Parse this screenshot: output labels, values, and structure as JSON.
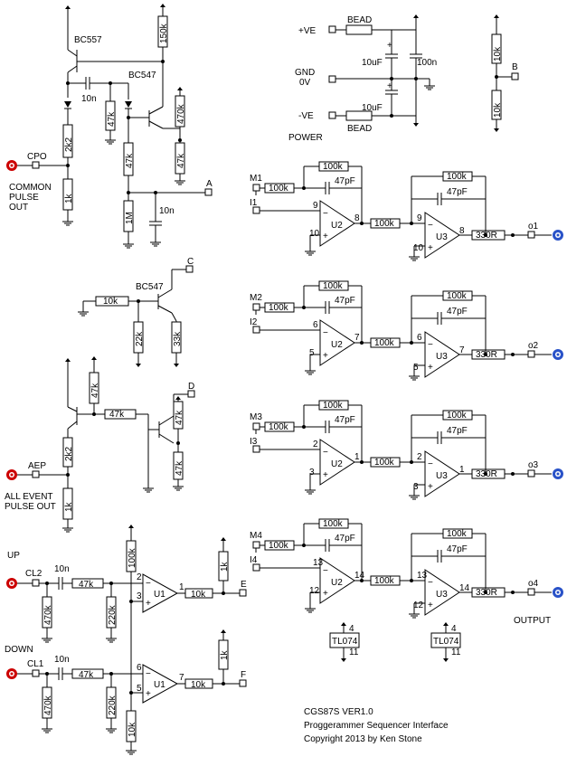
{
  "power": {
    "pos_label": "+VE",
    "gnd_label": "GND",
    "zero_label": "0V",
    "neg_label": "-VE",
    "bead_top": "BEAD",
    "bead_bot": "BEAD",
    "cap_top": "10uF",
    "cap_bot": "10uF",
    "cap_mid": "100n",
    "title": "POWER"
  },
  "divider": {
    "r_top": "10k",
    "r_bot": "10k",
    "node": "B"
  },
  "pulse": {
    "q1": "BC557",
    "q2": "BC547",
    "r_150k": "150k",
    "r_470k": "470k",
    "r_47k_a": "47k",
    "r_47k_b": "47k",
    "r_47k_c": "47k",
    "r_2k2": "2k2",
    "r_1k": "1k",
    "r_1m": "1M",
    "c_10n_a": "10n",
    "c_10n_b": "10n",
    "node_a": "A",
    "jack_label": "CPO",
    "desc": [
      "COMMON",
      "PULSE",
      "OUT"
    ]
  },
  "cblock": {
    "q": "BC547",
    "r_10k": "10k",
    "r_22k": "22k",
    "r_33k": "33k",
    "node": "C"
  },
  "aep": {
    "r_47k_top": "47k",
    "r_47k_mid": "47k",
    "r_47k_c1": "47k",
    "r_47k_c2": "47k",
    "r_2k2": "2k2",
    "r_1k": "1k",
    "node_d": "D",
    "jack_label": "AEP",
    "desc": [
      "ALL EVENT",
      "PULSE OUT"
    ]
  },
  "updown": {
    "up": "UP",
    "down": "DOWN",
    "cl2": "CL2",
    "cl1": "CL1",
    "c_10n_1": "10n",
    "c_10n_2": "10n",
    "r47k_1": "47k",
    "r47k_2": "47k",
    "r470k_1": "470k",
    "r470k_2": "470k",
    "r220k_1": "220k",
    "r220k_2": "220k",
    "r100k": "100k",
    "r10k_bot": "10k",
    "r10k_out1": "10k",
    "r10k_out2": "10k",
    "r1k_1": "1k",
    "r1k_2": "1k",
    "amp": "U1",
    "node_e": "E",
    "node_f": "F",
    "pins1": [
      "2",
      "3",
      "1"
    ],
    "pins2": [
      "6",
      "5",
      "7"
    ]
  },
  "channels": [
    {
      "m": "M1",
      "i": "I1",
      "o": "o1",
      "p1": [
        "9",
        "10",
        "8"
      ],
      "p2": [
        "9",
        "10",
        "8"
      ]
    },
    {
      "m": "M2",
      "i": "I2",
      "o": "o2",
      "p1": [
        "6",
        "5",
        "7"
      ],
      "p2": [
        "6",
        "5",
        "7"
      ]
    },
    {
      "m": "M3",
      "i": "I3",
      "o": "o3",
      "p1": [
        "2",
        "3",
        "1"
      ],
      "p2": [
        "2",
        "3",
        "1"
      ]
    },
    {
      "m": "M4",
      "i": "I4",
      "o": "o4",
      "p1": [
        "13",
        "12",
        "14"
      ],
      "p2": [
        "13",
        "12",
        "14"
      ]
    }
  ],
  "channel_parts": {
    "r100k": "100k",
    "c47pf": "47pF",
    "r330": "330R",
    "u2": "U2",
    "u3": "U3"
  },
  "ic": {
    "name": "TL074",
    "pin_top": "4",
    "pin_bot": "11"
  },
  "output_label": "OUTPUT",
  "footer": {
    "line1": "CGS87S VER1.0",
    "line2": "Proggerammer Sequencer Interface",
    "line3": "Copyright 2013 by Ken Stone"
  }
}
